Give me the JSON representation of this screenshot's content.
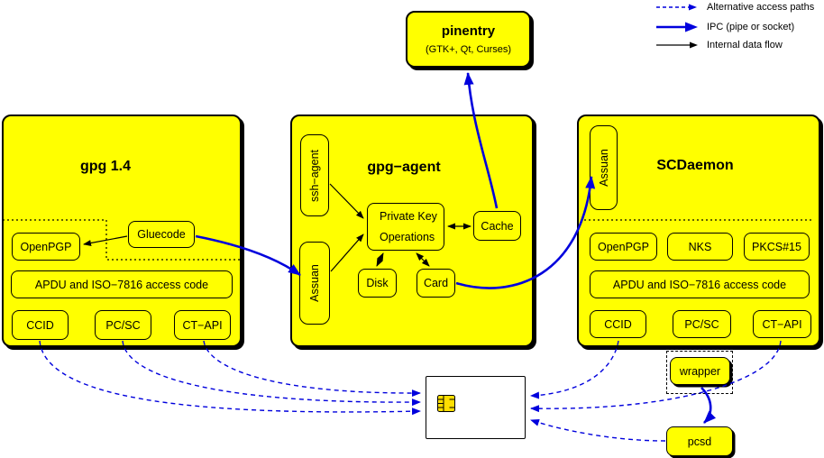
{
  "legend": {
    "items": [
      {
        "label": "Alternative access paths",
        "style": "dashed-blue"
      },
      {
        "label": "IPC (pipe or socket)",
        "style": "thick-blue"
      },
      {
        "label": "Internal data flow",
        "style": "thin-black"
      }
    ]
  },
  "pinentry": {
    "title": "pinentry",
    "subtitle": "(GTK+, Qt, Curses)"
  },
  "gpg14": {
    "title": "gpg 1.4",
    "openpgp": "OpenPGP",
    "gluecode": "Gluecode",
    "apdu": "APDU and ISO−7816 access code",
    "ccid": "CCID",
    "pcsc": "PC/SC",
    "ctapi": "CT−API"
  },
  "gpgagent": {
    "title": "gpg−agent",
    "ssh_agent": "ssh−agent",
    "assuan": "Assuan",
    "pko_line1": "Private Key",
    "pko_line2": "Operations",
    "cache": "Cache",
    "disk": "Disk",
    "card": "Card"
  },
  "scdaemon": {
    "title": "SCDaemon",
    "assuan": "Assuan",
    "openpgp": "OpenPGP",
    "nks": "NKS",
    "pkcs15": "PKCS#15",
    "apdu": "APDU and ISO−7816 access code",
    "ccid": "CCID",
    "pcsc": "PC/SC",
    "ctapi": "CT−API"
  },
  "peripherals": {
    "wrapper": "wrapper",
    "pcsd": "pcsd"
  },
  "colors": {
    "box_fill": "#ffff00",
    "line_blue": "#0000dd",
    "line_black": "#000000",
    "chip_fill": "#ffdf00"
  }
}
